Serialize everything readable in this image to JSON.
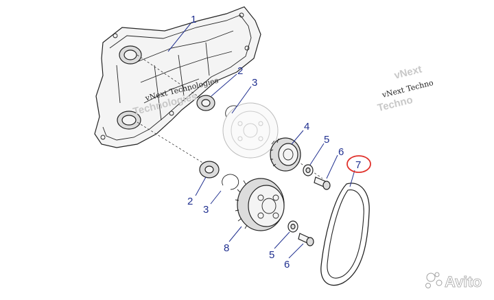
{
  "callouts": [
    {
      "id": "c1",
      "label": "1"
    },
    {
      "id": "c2a",
      "label": "2"
    },
    {
      "id": "c3a",
      "label": "3"
    },
    {
      "id": "c4",
      "label": "4"
    },
    {
      "id": "c5a",
      "label": "5"
    },
    {
      "id": "c6a",
      "label": "6"
    },
    {
      "id": "c7",
      "label": "7"
    },
    {
      "id": "c2b",
      "label": "2"
    },
    {
      "id": "c3b",
      "label": "3"
    },
    {
      "id": "c8",
      "label": "8"
    },
    {
      "id": "c5b",
      "label": "5"
    },
    {
      "id": "c6b",
      "label": "6"
    }
  ],
  "watermarks": {
    "left_text": "vNext Technologies",
    "left_overlay": "Technologies",
    "right_text": "vNext Techno",
    "right_overlay": "Techno",
    "right_top": "vNext"
  },
  "avito_label": "Avito",
  "colors": {
    "callout": "#1f2f8f",
    "highlight_circle": "#e0302a"
  }
}
